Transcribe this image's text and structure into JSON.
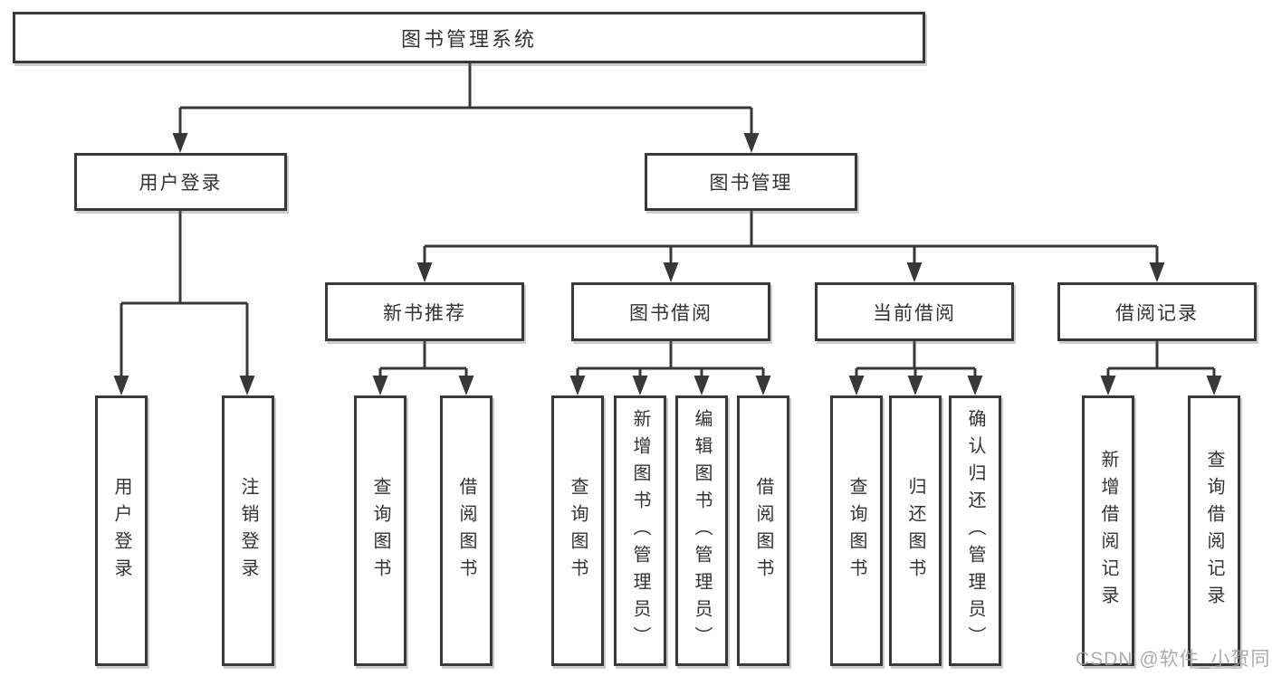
{
  "tree": {
    "label": "图书管理系统",
    "children": [
      {
        "label": "用户登录",
        "children": [
          {
            "label": "用户登录"
          },
          {
            "label": "注销登录"
          }
        ]
      },
      {
        "label": "图书管理",
        "children": [
          {
            "label": "新书推荐",
            "children": [
              {
                "label": "查询图书"
              },
              {
                "label": "借阅图书"
              }
            ]
          },
          {
            "label": "图书借阅",
            "children": [
              {
                "label": "查询图书"
              },
              {
                "label": "新增图书（管理员）"
              },
              {
                "label": "编辑图书（管理员）"
              },
              {
                "label": "借阅图书"
              }
            ]
          },
          {
            "label": "当前借阅",
            "children": [
              {
                "label": "查询图书"
              },
              {
                "label": "归还图书"
              },
              {
                "label": "确认归还（管理员）"
              }
            ]
          },
          {
            "label": "借阅记录",
            "children": [
              {
                "label": "新增借阅记录"
              },
              {
                "label": "查询借阅记录"
              }
            ]
          }
        ]
      }
    ]
  },
  "watermark": {
    "text": "CSDN @软件_小贺同学"
  },
  "colors": {
    "line": "#383838",
    "box_border": "#383838",
    "text": "#333333",
    "watermark": "#9e9e9e",
    "background": "#ffffff"
  }
}
